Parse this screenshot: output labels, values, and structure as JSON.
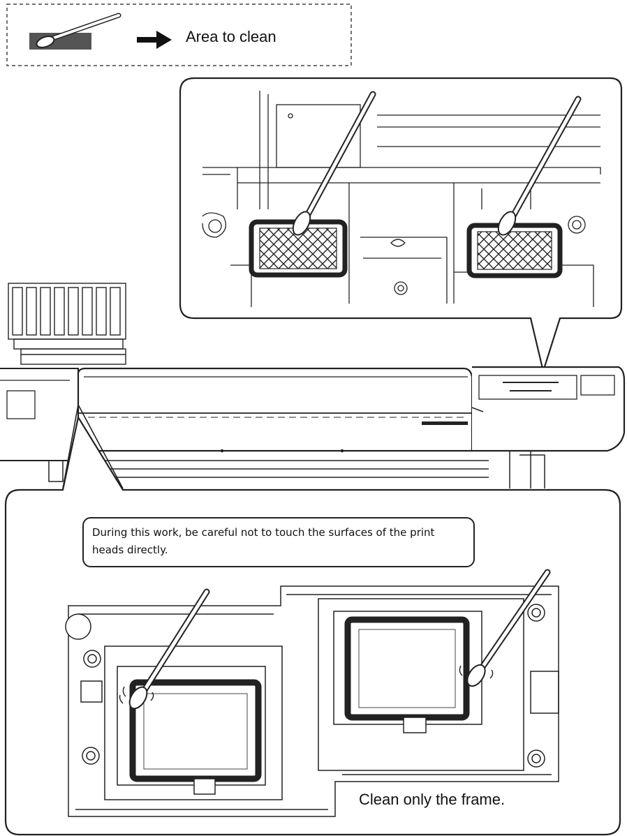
{
  "legend": {
    "label": "Area to clean",
    "swab_icon": "cotton-swab-icon",
    "arrow_icon": "arrow-right-icon"
  },
  "caution": {
    "text": "During this work, be careful not to touch the surfaces of the print heads directly."
  },
  "bottom_panel": {
    "caption": "Clean only the frame."
  },
  "colors": {
    "line": "#222222",
    "highlight": "#555555",
    "background": "#ffffff"
  }
}
